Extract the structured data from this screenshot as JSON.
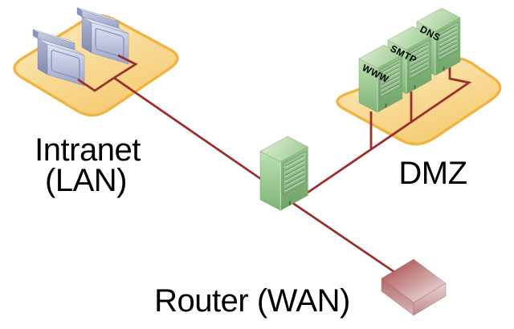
{
  "diagram": {
    "lan_zone": {
      "label_line1": "Intranet",
      "label_line2": "(LAN)",
      "workstation_count": 2
    },
    "dmz_zone": {
      "label": "DMZ",
      "servers": [
        "WWW",
        "SMTP",
        "DNS"
      ]
    },
    "router_label": "Router (WAN)",
    "colors": {
      "background": "#ffffff",
      "zone_fill_light": "#FCEDC2",
      "zone_fill_dark": "#F5CB72",
      "zone_border": "#F1B442",
      "wire": "#9A2F2F",
      "server_green_light": "#B9DEAF",
      "server_green_dark": "#7FB478",
      "workstation_blue_light": "#DFE3F1",
      "workstation_blue_dark": "#9AA4C8",
      "router_red_dark": "#A64848",
      "router_red_light": "#F0E2E2",
      "label_color": "#000000"
    }
  }
}
